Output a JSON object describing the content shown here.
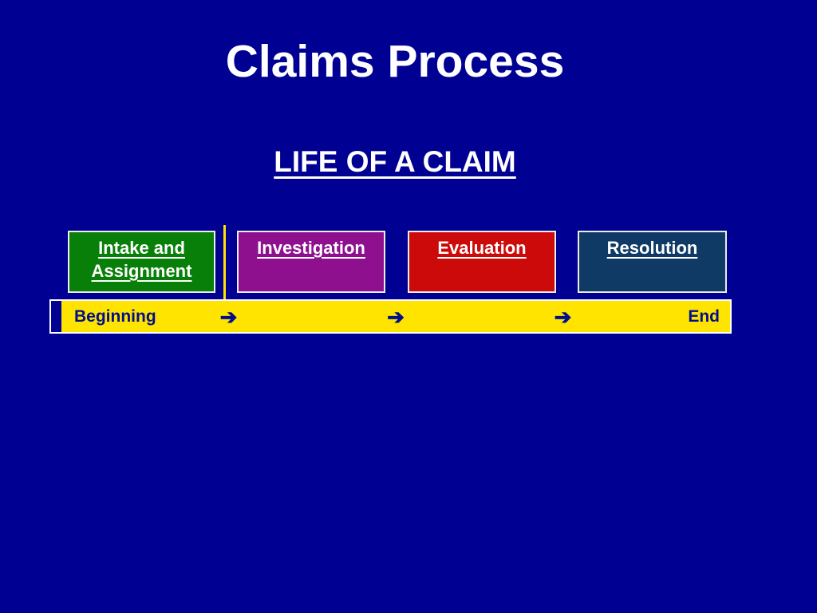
{
  "slide": {
    "title": "Claims Process",
    "subtitle": "LIFE OF A CLAIM"
  },
  "stages": [
    {
      "line1": "Intake and",
      "line2": "Assignment",
      "fill": "#087f08"
    },
    {
      "line1": "Investigation",
      "line2": "",
      "fill": "#8e108e"
    },
    {
      "line1": "Evaluation",
      "line2": "",
      "fill": "#cd0a0a"
    },
    {
      "line1": "Resolution",
      "line2": "",
      "fill": "#0e3a65"
    }
  ],
  "timeline": {
    "start_label": "Beginning",
    "end_label": "End",
    "arrow_icon": "➔",
    "bar_fill": "#ffe400",
    "label_color": "#00108c"
  },
  "colors": {
    "background": "#000192",
    "heading_text": "#ffffff",
    "box_border": "#ececec",
    "bar_border": "#ffffff",
    "divider_line": "#ffe400"
  }
}
